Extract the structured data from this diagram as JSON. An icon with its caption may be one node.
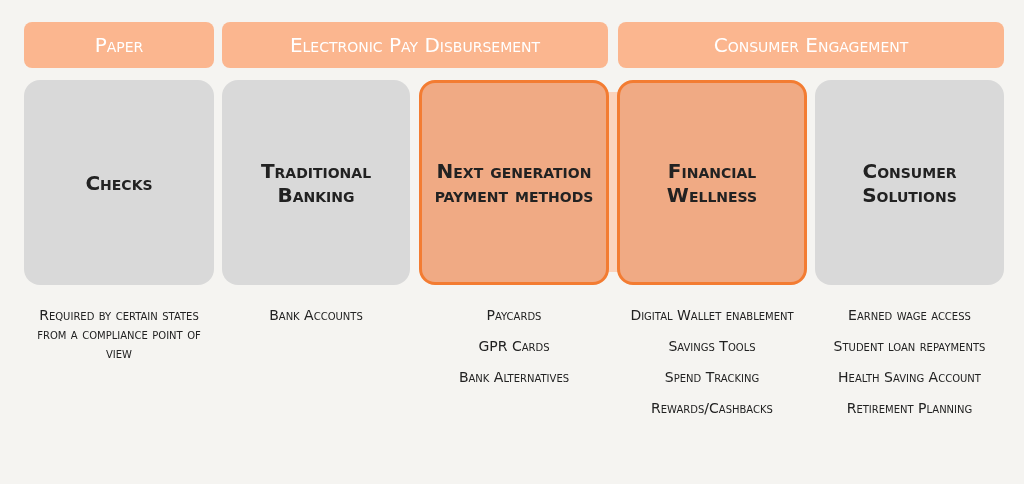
{
  "diagram": {
    "nodes": [
      {
        "text": [
          "Paper"
        ]
      },
      {
        "text": [
          "Electronic Pay Disbursement"
        ]
      },
      {
        "text": [
          "Consumer Engagement"
        ]
      },
      {
        "text": [
          "Checks"
        ],
        "beside": [
          "Required by certain states from a compliance point of view"
        ]
      },
      {
        "text": [
          "Traditional Banking"
        ],
        "beside": [
          "Bank Accounts"
        ]
      },
      {
        "text": [
          "Next generation payment methods"
        ],
        "beside": [
          "Paycards",
          "GPR Cards",
          "Bank Alternatives"
        ]
      },
      {
        "text": [
          "Financial Wellness"
        ],
        "beside": [
          "Digital Wallet enablement",
          "Savings Tools",
          "Spend Tracking",
          "Rewards/Cashbacks"
        ]
      },
      {
        "text": [
          "Consumer Solutions"
        ],
        "beside": [
          "Earned wage access",
          "Student loan repayments",
          "Health Saving Account",
          "Retirement Planning"
        ]
      }
    ],
    "edges": []
  }
}
